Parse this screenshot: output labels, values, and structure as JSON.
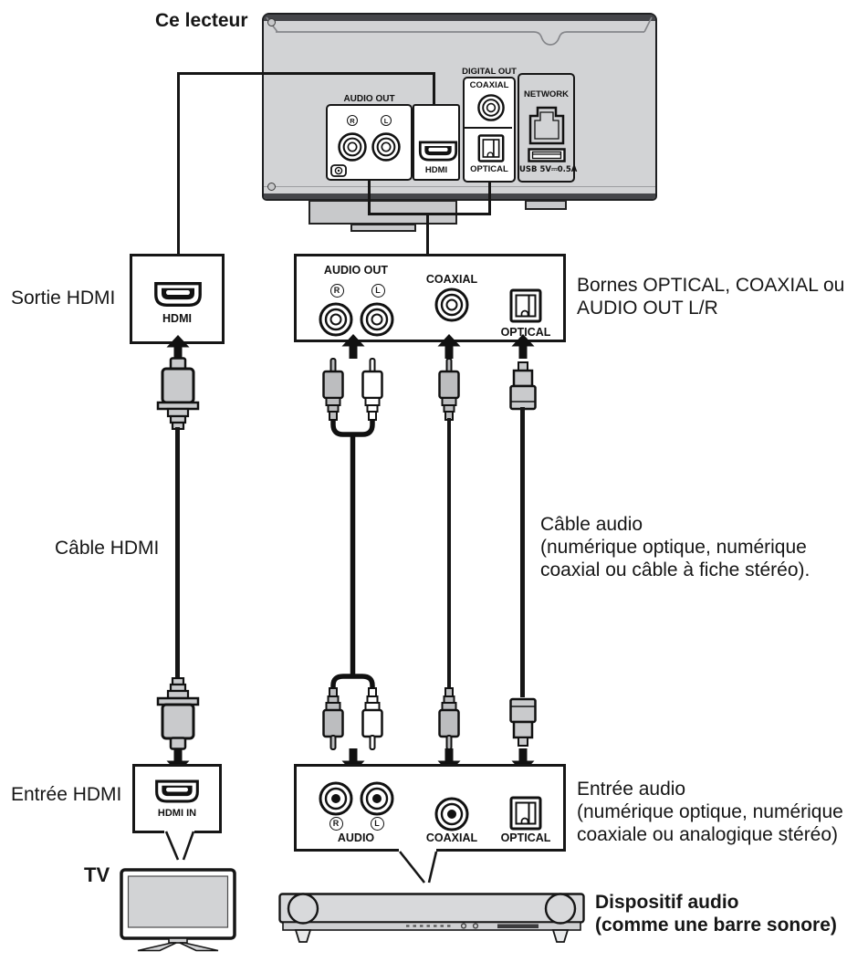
{
  "page": {
    "title": "Ce lecteur"
  },
  "player": {
    "audio_out_label": "AUDIO OUT",
    "r": "R",
    "l": "L",
    "hdmi_label": "HDMI",
    "digital_out_label": "DIGITAL OUT",
    "coaxial_label": "COAXIAL",
    "optical_label": "OPTICAL",
    "network_label": "NETWORK",
    "usb_label": "USB 5V⎓0.5A"
  },
  "hdmi_chain": {
    "out_label": "Sortie HDMI",
    "out_port_label": "HDMI",
    "cable_label": "Câble HDMI",
    "in_label": "Entrée HDMI",
    "in_port_label": "HDMI IN",
    "tv_label": "TV"
  },
  "audio_out_box": {
    "audio_out_label": "AUDIO OUT",
    "r": "R",
    "l": "L",
    "coaxial_label": "COAXIAL",
    "optical_label": "OPTICAL"
  },
  "audio_in_box": {
    "audio_label": "AUDIO",
    "r": "R",
    "l": "L",
    "coaxial_label": "COAXIAL",
    "optical_label": "OPTICAL"
  },
  "annotations": {
    "terminals_line1": "Bornes OPTICAL, COAXIAL ou",
    "terminals_line2": "AUDIO OUT L/R",
    "cable_line1": "Câble audio",
    "cable_line2": "(numérique optique, numérique",
    "cable_line3": "coaxial ou câble à fiche stéréo).",
    "input_line1": "Entrée audio",
    "input_line2": "(numérique optique, numérique",
    "input_line3": "coaxiale ou analogique stéréo)",
    "device_line1": "Dispositif audio",
    "device_line2": "(comme une barre sonore)"
  },
  "colors": {
    "ink": "#161616",
    "chassis_gray": "#d2d3d5",
    "panel_white": "#ffffff",
    "plug_gray": "#bcbdbf",
    "connector_gray": "#c9cacc",
    "soundbar_gray": "#d8d9db"
  }
}
